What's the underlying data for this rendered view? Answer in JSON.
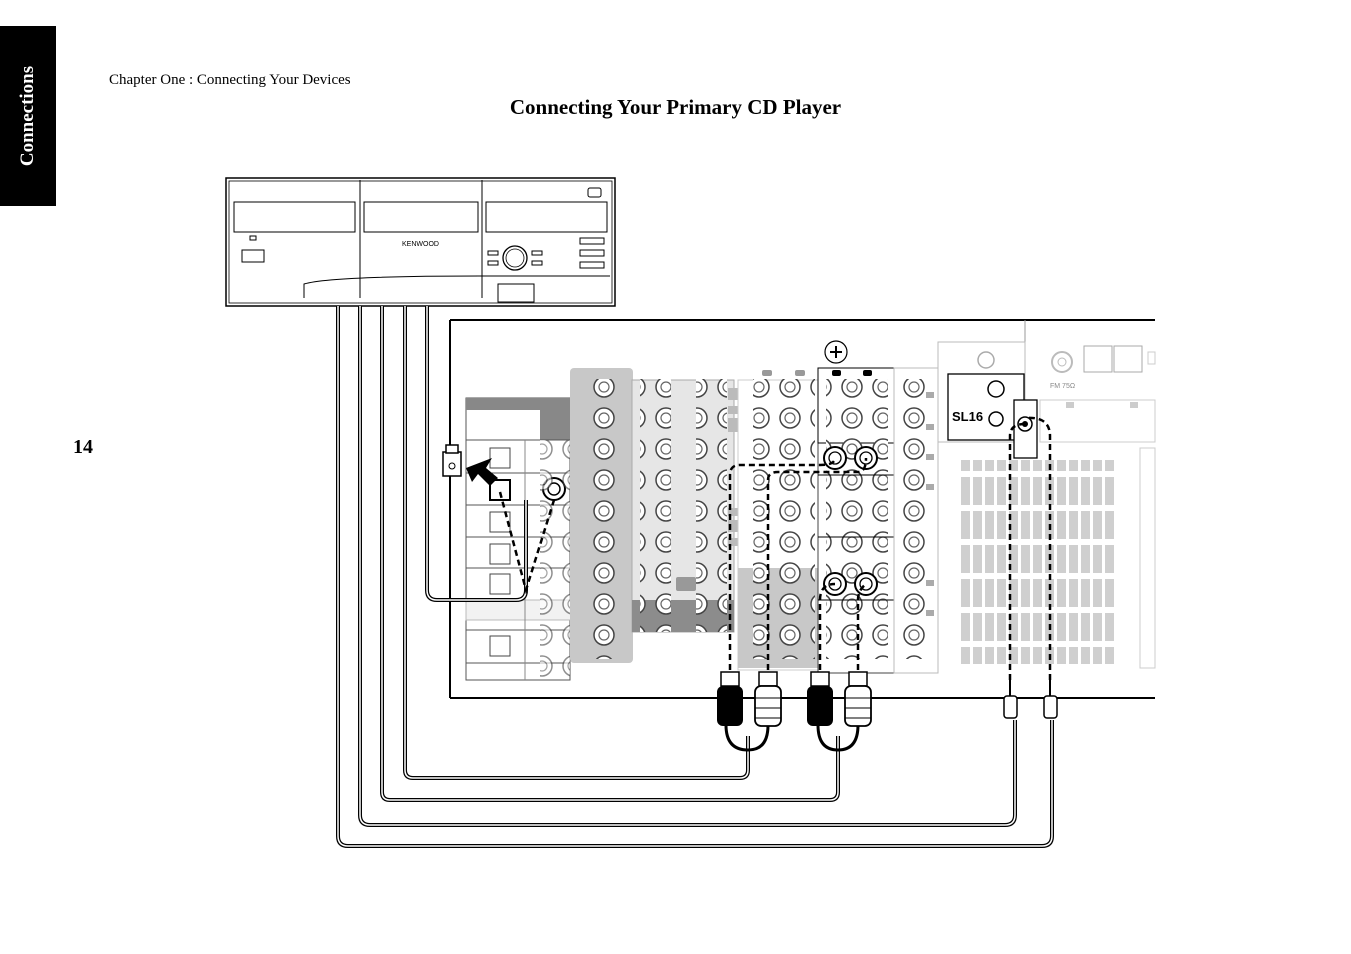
{
  "side_tab": {
    "label": "Connections"
  },
  "header": {
    "chapter": "Chapter One : Connecting Your Devices"
  },
  "page": {
    "title": "Connecting Your Primary CD Player",
    "number": "14"
  },
  "diagram": {
    "cd_player_brand": "KENWOOD",
    "receiver_label": "SL16",
    "fm_label": "FM 75Ω"
  }
}
